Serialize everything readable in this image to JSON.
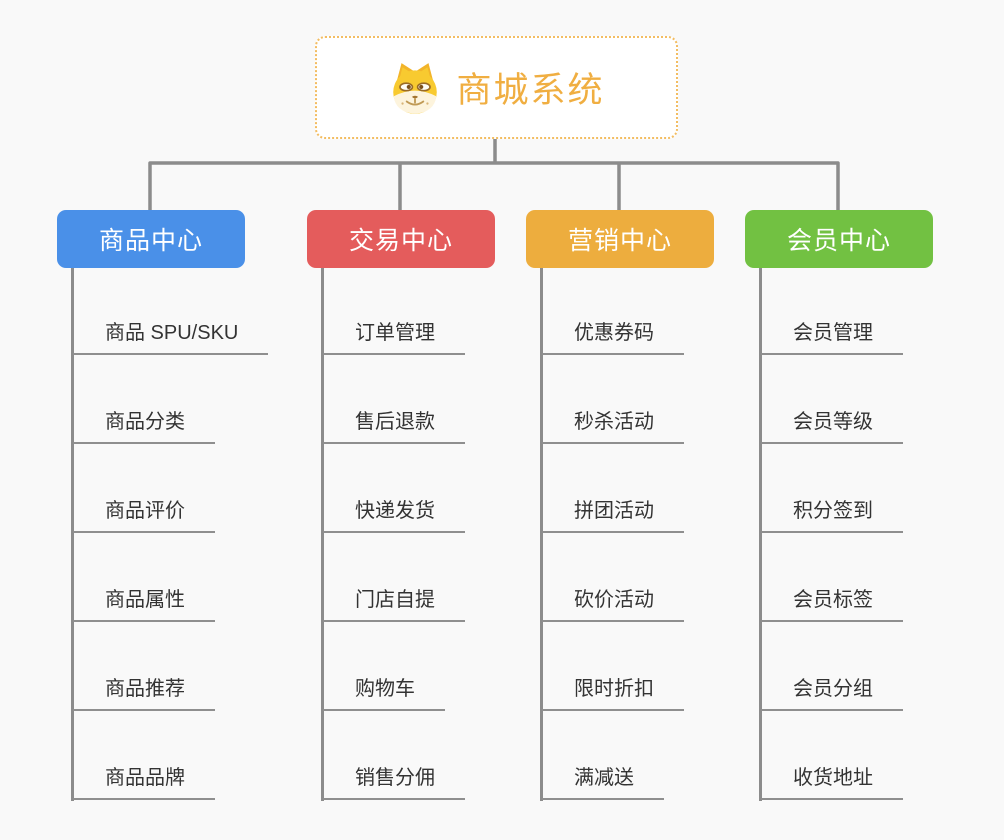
{
  "background_color": "#f9f9f9",
  "connector_color": "#8c8c8c",
  "root": {
    "title": "商城系统",
    "icon": "doge-dog-icon",
    "text_color": "#f0ae41",
    "border_color": "#f3bd62",
    "fill_color": "#ffffff"
  },
  "branches": [
    {
      "label": "商品中心",
      "color": "#4a90e8",
      "children": [
        "商品 SPU/SKU",
        "商品分类",
        "商品评价",
        "商品属性",
        "商品推荐",
        "商品品牌"
      ]
    },
    {
      "label": "交易中心",
      "color": "#e45c5c",
      "children": [
        "订单管理",
        "售后退款",
        "快递发货",
        "门店自提",
        "购物车",
        "销售分佣"
      ]
    },
    {
      "label": "营销中心",
      "color": "#edad3e",
      "children": [
        "优惠券码",
        "秒杀活动",
        "拼团活动",
        "砍价活动",
        "限时折扣",
        "满减送"
      ]
    },
    {
      "label": "会员中心",
      "color": "#72c142",
      "children": [
        "会员管理",
        "会员等级",
        "积分签到",
        "会员标签",
        "会员分组",
        "收货地址"
      ]
    }
  ]
}
